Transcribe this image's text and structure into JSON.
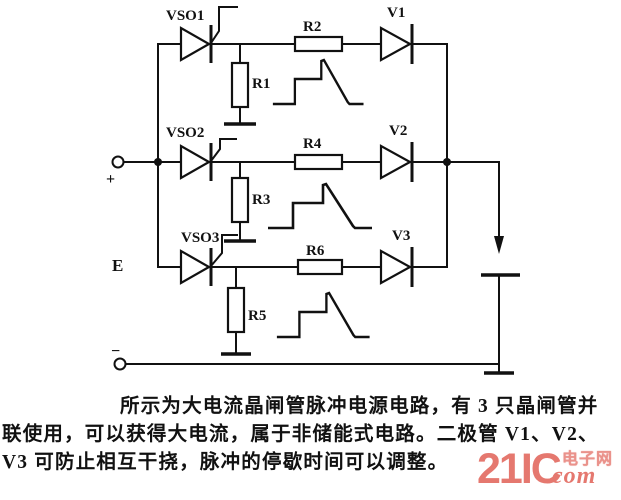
{
  "palette": {
    "background": "#ffffff",
    "ink": "#111111",
    "watermark_red": "#e5786f"
  },
  "circuit": {
    "labels": {
      "vso1": "VSO1",
      "vso2": "VSO2",
      "vso3": "VSO3",
      "r1": "R1",
      "r2": "R2",
      "r3": "R3",
      "r4": "R4",
      "r5": "R5",
      "r6": "R6",
      "v1": "V1",
      "v2": "V2",
      "v3": "V3",
      "source": "E",
      "plus": "+",
      "minus": "−"
    }
  },
  "caption": {
    "line1": "所示为大电流晶闸管脉冲电源电路，有 3 只晶闸管并",
    "line2": "联使用，可以获得大电流，属于非储能式电路。二极管 V1、V2、",
    "line3": "V3 可防止相互干挠，脉冲的停歇时间可以调整。"
  },
  "watermark": {
    "brand": "21IC",
    "site": "电子网",
    "domain": ".com"
  }
}
